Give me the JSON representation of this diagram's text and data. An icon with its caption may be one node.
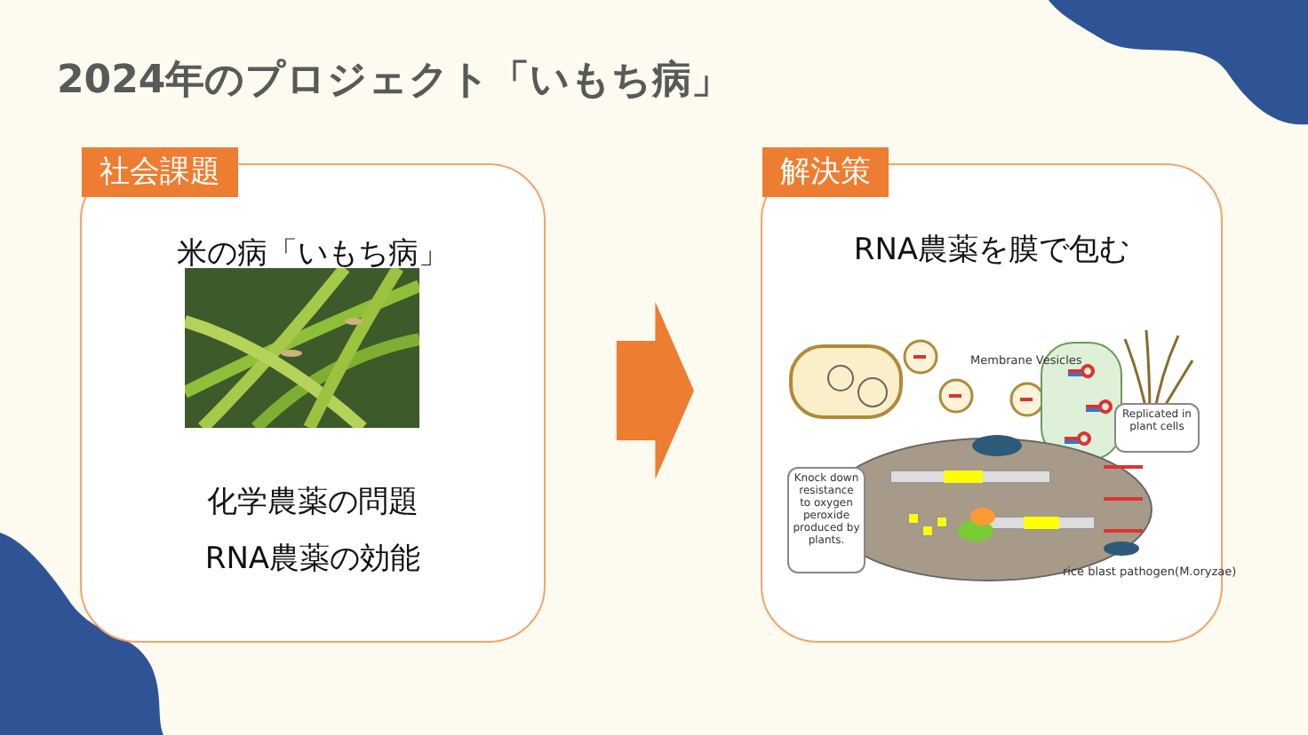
{
  "diagram": {
    "title": "2024年のプロジェクト「いもち病」",
    "nodes": [
      {
        "text": [
          "社会課題",
          "米の病「いもち病」",
          "化学農薬の問題",
          "RNA農薬の効能"
        ]
      },
      {
        "text": [
          "解決策",
          "RNA農薬を膜で包む"
        ]
      },
      {
        "text": [
          "Replicated in plant cells"
        ],
        "in": 1
      },
      {
        "text": [
          "Knock down resistance to oxygen peroxide produced by plants."
        ],
        "in": 1
      }
    ],
    "edges": [
      {
        "from": 0,
        "to": 1,
        "arrow": "to"
      }
    ],
    "labels": [
      "Membrane Vesicles",
      "rice blast pathogen(M.oryzae)"
    ]
  }
}
